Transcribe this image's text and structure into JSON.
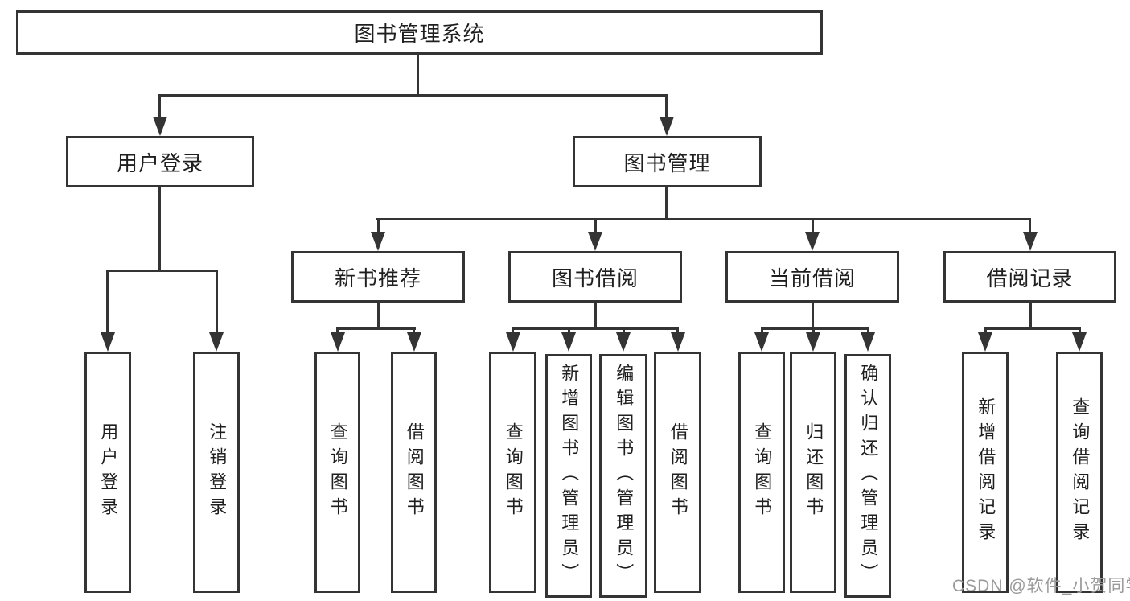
{
  "diagram": {
    "root": {
      "label": "图书管理系统"
    },
    "branches": [
      {
        "label": "用户登录",
        "children": [
          {
            "label": "用户登录"
          },
          {
            "label": "注销登录"
          }
        ]
      },
      {
        "label": "图书管理",
        "children": [
          {
            "label": "新书推荐",
            "children": [
              {
                "label": "查询图书"
              },
              {
                "label": "借阅图书"
              }
            ]
          },
          {
            "label": "图书借阅",
            "children": [
              {
                "label": "查询图书"
              },
              {
                "label": "新增图书（管理员）"
              },
              {
                "label": "编辑图书（管理员）"
              },
              {
                "label": "借阅图书"
              }
            ]
          },
          {
            "label": "当前借阅",
            "children": [
              {
                "label": "查询图书"
              },
              {
                "label": "归还图书"
              },
              {
                "label": "确认归还（管理员）"
              }
            ]
          },
          {
            "label": "借阅记录",
            "children": [
              {
                "label": "新增借阅记录"
              },
              {
                "label": "查询借阅记录"
              }
            ]
          }
        ]
      }
    ]
  },
  "watermark": {
    "text": "CSDN @软件_小贺同学"
  },
  "colors": {
    "line": "#343434",
    "text": "#1f1f1f",
    "background": "#ffffff",
    "watermark": "#9a9a9a"
  }
}
